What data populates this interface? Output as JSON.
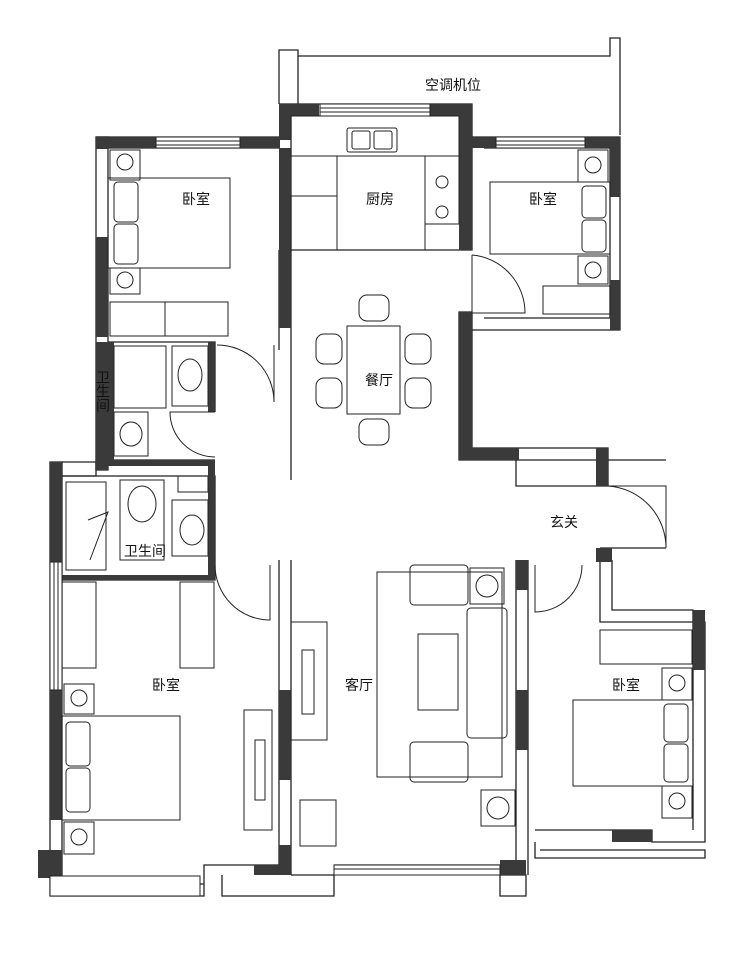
{
  "rooms": {
    "ac": "空调机位",
    "kitchen": "厨房",
    "bedroom_nw": "卧室",
    "bedroom_ne": "卧室",
    "bath_1": "卫生间",
    "bath_2": "卫生间",
    "dining": "餐厅",
    "entrance": "玄关",
    "bedroom_sw": "卧室",
    "living": "客厅",
    "bedroom_se": "卧室"
  },
  "colors": {
    "wall_fill": "#3a3a3a",
    "line": "#222222",
    "background": "#ffffff"
  }
}
